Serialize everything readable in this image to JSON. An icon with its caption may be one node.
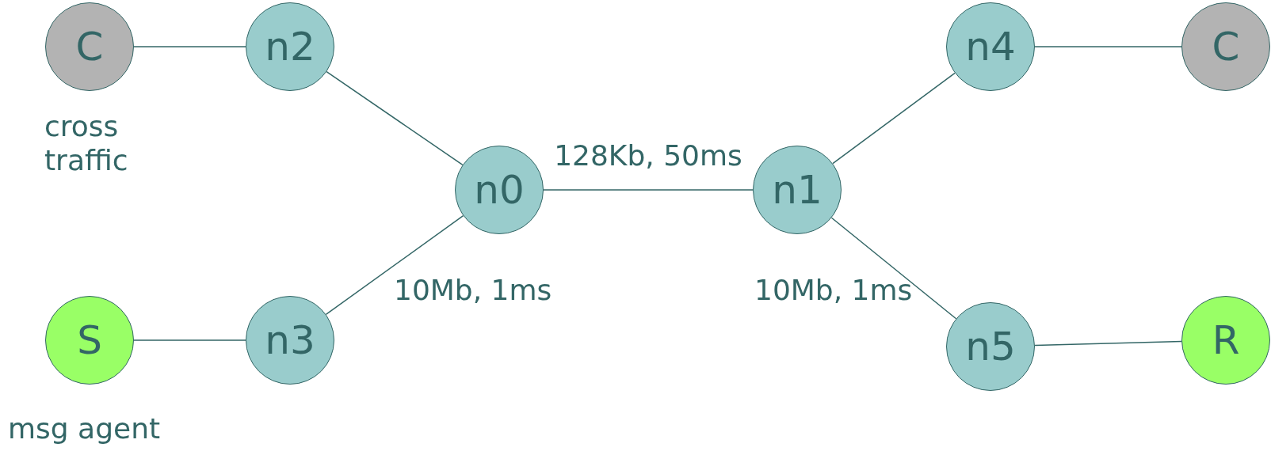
{
  "diagram": {
    "nodes": [
      {
        "text": [
          "C"
        ],
        "beside": [
          "cross traffic"
        ]
      },
      {
        "text": [
          "n2"
        ]
      },
      {
        "text": [
          "n4"
        ]
      },
      {
        "text": [
          "C"
        ]
      },
      {
        "text": [
          "n0"
        ]
      },
      {
        "text": [
          "n1"
        ]
      },
      {
        "text": [
          "S"
        ],
        "beside": [
          "msg agent"
        ]
      },
      {
        "text": [
          "n3"
        ]
      },
      {
        "text": [
          "n5"
        ]
      },
      {
        "text": [
          "R"
        ]
      }
    ],
    "edges": [
      {
        "from": 0,
        "to": 1,
        "arrow": "none"
      },
      {
        "from": 1,
        "to": 4,
        "arrow": "none"
      },
      {
        "from": 7,
        "to": 4,
        "arrow": "none"
      },
      {
        "from": 6,
        "to": 7,
        "arrow": "none"
      },
      {
        "from": 4,
        "to": 5,
        "arrow": "none",
        "label": "128Kb, 50ms"
      },
      {
        "from": 5,
        "to": 2,
        "arrow": "none"
      },
      {
        "from": 2,
        "to": 3,
        "arrow": "none"
      },
      {
        "from": 5,
        "to": 8,
        "arrow": "none"
      },
      {
        "from": 8,
        "to": 9,
        "arrow": "none"
      }
    ],
    "labels": [
      "10Mb, 1ms",
      "10Mb, 1ms"
    ]
  }
}
